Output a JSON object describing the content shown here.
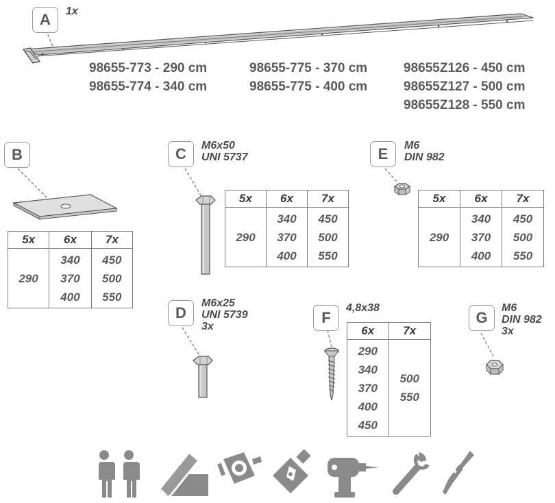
{
  "part_a": {
    "label": "A",
    "quantity": "1x",
    "codes_col1": [
      "98655-773 - 290 cm",
      "98655-774 - 340 cm"
    ],
    "codes_col2": [
      "98655-775 - 370 cm",
      "98655-775 - 400 cm"
    ],
    "codes_col3": [
      "98655Z126 - 450 cm",
      "98655Z127 - 500 cm",
      "98655Z128 - 550 cm"
    ]
  },
  "part_b": {
    "label": "B",
    "table": {
      "headers": [
        "5x",
        "6x",
        "7x"
      ],
      "col1": [
        "290"
      ],
      "col2": [
        "340",
        "370",
        "400"
      ],
      "col3": [
        "450",
        "500",
        "550"
      ]
    }
  },
  "part_c": {
    "label": "C",
    "spec": [
      "M6x50",
      "UNI 5737"
    ],
    "table": {
      "headers": [
        "5x",
        "6x",
        "7x"
      ],
      "col1": [
        "290"
      ],
      "col2": [
        "340",
        "370",
        "400"
      ],
      "col3": [
        "450",
        "500",
        "550"
      ]
    }
  },
  "part_d": {
    "label": "D",
    "spec": [
      "M6x25",
      "UNI 5739",
      "3x"
    ]
  },
  "part_e": {
    "label": "E",
    "spec": [
      "M6",
      "DIN 982"
    ],
    "table": {
      "headers": [
        "5x",
        "6x",
        "7x"
      ],
      "col1": [
        "290"
      ],
      "col2": [
        "340",
        "370",
        "400"
      ],
      "col3": [
        "450",
        "500",
        "550"
      ]
    }
  },
  "part_f": {
    "label": "F",
    "spec": [
      "4,8x38"
    ],
    "table": {
      "headers": [
        "6x",
        "7x"
      ],
      "col1": [
        "290",
        "340",
        "370",
        "400",
        "450"
      ],
      "col2": [
        "500",
        "550"
      ]
    }
  },
  "part_g": {
    "label": "G",
    "spec": [
      "M6",
      "DIN 982",
      "3x"
    ]
  },
  "tools": [
    "two-persons-icon",
    "pencil-ruler-icon",
    "tape-measure-icon",
    "glue-tube-icon",
    "drill-icon",
    "wrench-icon",
    "screwdriver-icon"
  ]
}
